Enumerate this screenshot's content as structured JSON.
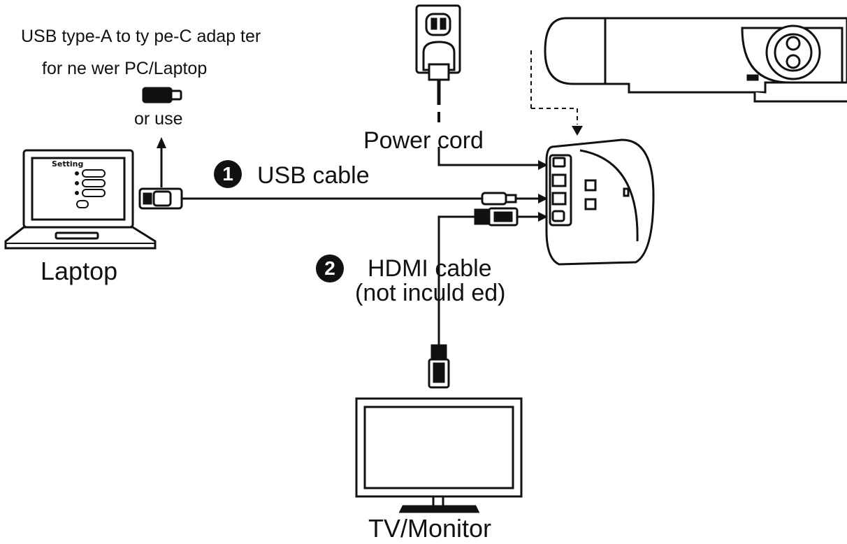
{
  "labels": {
    "adapter_line1": "USB type-A to ty pe-C adap ter",
    "adapter_line2": "for ne wer PC/Laptop",
    "or_use": "or use",
    "power_cord": "Power cord",
    "usb_cable": "USB cable",
    "laptop": "Laptop",
    "hdmi_cable": "HDMI cable",
    "not_included": "(not inculd ed)",
    "tv_monitor": "TV/Monitor",
    "laptop_screen_title": "Setting"
  },
  "steps": {
    "usb": "1",
    "hdmi": "2"
  },
  "colors": {
    "ink": "#111111",
    "background": "#ffffff",
    "gray": "#888888"
  }
}
